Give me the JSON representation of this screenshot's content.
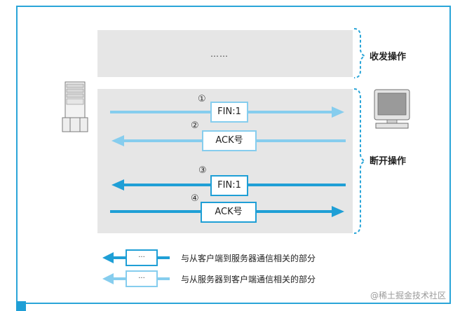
{
  "colors": {
    "frame": "#2aa5d8",
    "client_to_server": "#1f9fd6",
    "server_to_client": "#86cdee",
    "panel": "#e6e6e6",
    "brace": "#2aa5d8"
  },
  "diagram": {
    "top_section": {
      "placeholder": "……",
      "label": "收发操作"
    },
    "bottom_section": {
      "label": "断开操作",
      "messages": [
        {
          "index": "①",
          "text": "FIN:1",
          "direction": "server-to-client"
        },
        {
          "index": "②",
          "text": "ACK号",
          "direction": "client-to-server"
        },
        {
          "index": "③",
          "text": "FIN:1",
          "direction": "client-to-server"
        },
        {
          "index": "④",
          "text": "ACK号",
          "direction": "server-to-client"
        }
      ]
    },
    "icons": {
      "left": "server-icon",
      "right": "client-computer-icon"
    }
  },
  "legend": [
    {
      "box_text": "···",
      "text": "与从客户端到服务器通信相关的部分"
    },
    {
      "box_text": "···",
      "text": "与从服务器到客户端通信相关的部分"
    }
  ],
  "watermark": "@稀土掘金技术社区"
}
